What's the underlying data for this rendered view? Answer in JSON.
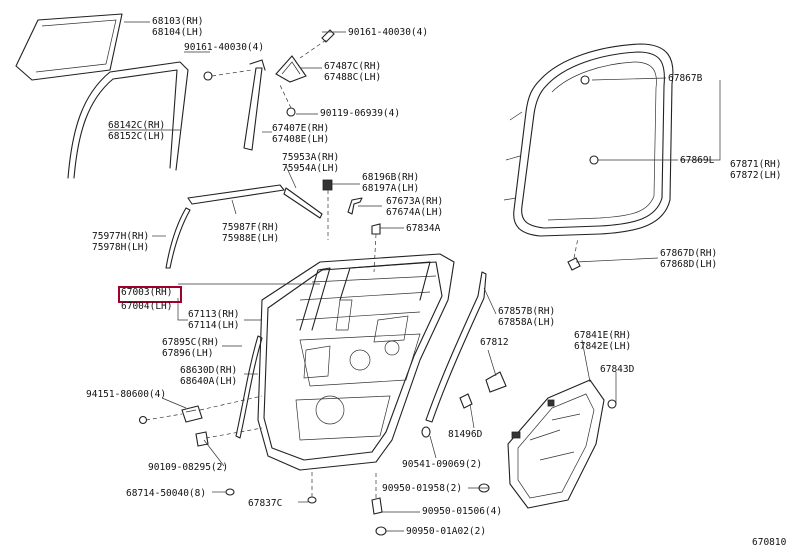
{
  "labels": {
    "l68103": "68103(RH)",
    "l68104": "68104(LH)",
    "l90161a": "90161-40030(4)",
    "l90161b": "90161-40030(4)",
    "l67487c": "67487C(RH)",
    "l67488c": "67488C(LH)",
    "l90119": "90119-06939(4)",
    "l67407e": "67407E(RH)",
    "l67408e": "67408E(LH)",
    "l68142c": "68142C(RH)",
    "l68152c": "68152C(LH)",
    "l75953a": "75953A(RH)",
    "l75954a": "75954A(LH)",
    "l68196b": "68196B(RH)",
    "l68197a": "68197A(LH)",
    "l67673a": "67673A(RH)",
    "l67674a": "67674A(LH)",
    "l75977h": "75977H(RH)",
    "l75978h": "75978H(LH)",
    "l75987f": "75987F(RH)",
    "l75988e": "75988E(LH)",
    "l67834a": "67834A",
    "l67003": "67003(RH)",
    "l67004": "67004(LH)",
    "l67113": "67113(RH)",
    "l67114": "67114(LH)",
    "l67895c": "67895C(RH)",
    "l67896": "67896(LH)",
    "l68630d": "68630D(RH)",
    "l68640a": "68640A(LH)",
    "l94151": "94151-80600(4)",
    "l90109": "90109-08295(2)",
    "l68714": "68714-50040(8)",
    "l67837c": "67837C",
    "l67867b": "67867B",
    "l67869l": "67869L",
    "l67871": "67871(RH)",
    "l67872": "67872(LH)",
    "l67867d": "67867D(RH)",
    "l67868d": "67868D(LH)",
    "l67857b": "67857B(RH)",
    "l67858a": "67858A(LH)",
    "l67812": "67812",
    "l67841e": "67841E(RH)",
    "l67842e": "67842E(LH)",
    "l67843d": "67843D",
    "l81496d": "81496D",
    "l90541": "90541-09069(2)",
    "l90950a": "90950-01958(2)",
    "l90950b": "90950-01506(4)",
    "l90950c": "90950-01A02(2)",
    "code": "670810"
  },
  "colors": {
    "highlight": "#a0002a",
    "ink": "#222222"
  }
}
